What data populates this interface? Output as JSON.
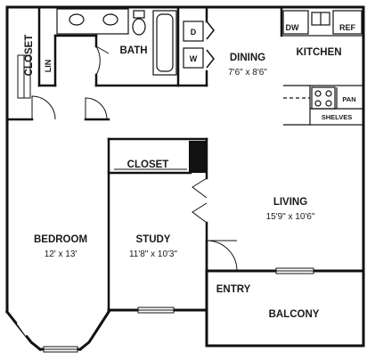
{
  "floorplan": {
    "rooms": {
      "bedroom": {
        "name": "BEDROOM",
        "dims": "12' x 13'"
      },
      "study": {
        "name": "STUDY",
        "dims": "11'8\" x 10'3\""
      },
      "living": {
        "name": "LIVING",
        "dims": "15'9\" x 10'6\""
      },
      "dining": {
        "name": "DINING",
        "dims": "7'6\" x 8'6\""
      },
      "kitchen": {
        "name": "KITCHEN"
      },
      "bath": {
        "name": "BATH"
      },
      "closet_left": {
        "name": "CLOSET"
      },
      "closet_study": {
        "name": "CLOSET"
      },
      "linen": {
        "name": "LIN"
      },
      "entry": {
        "name": "ENTRY"
      },
      "balcony": {
        "name": "BALCONY"
      }
    },
    "appliances": {
      "dishwasher": "DW",
      "refrigerator": "REF",
      "pantry": "PAN",
      "shelves": "SHELVES",
      "dryer": "D",
      "washer": "W"
    }
  }
}
